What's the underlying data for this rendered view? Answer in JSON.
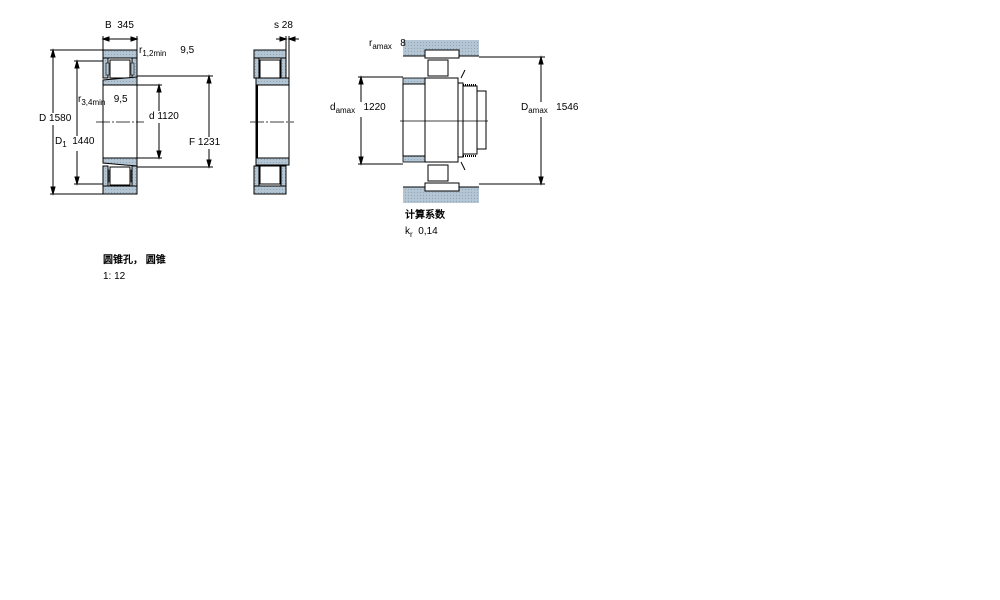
{
  "colors": {
    "section_fill": "#a8bccc",
    "line": "#000000",
    "background": "#ffffff"
  },
  "view1": {
    "B": {
      "symbol": "B",
      "value": "345"
    },
    "r12": {
      "symbol": "r",
      "sub": "1,2min",
      "value": "9,5"
    },
    "r34": {
      "symbol": "r",
      "sub": "3,4min",
      "value": "9,5"
    },
    "D": {
      "symbol": "D",
      "value": "1580"
    },
    "D1": {
      "symbol": "D",
      "sub": "1",
      "value": "1440"
    },
    "d": {
      "symbol": "d",
      "value": "1120"
    },
    "F": {
      "symbol": "F",
      "value": "1231"
    }
  },
  "view2": {
    "s": {
      "symbol": "s",
      "value": "28"
    }
  },
  "view3": {
    "ra": {
      "symbol": "r",
      "sub": "amax",
      "value": "8"
    },
    "da": {
      "symbol": "d",
      "sub": "amax",
      "value": "1220"
    },
    "Da": {
      "symbol": "D",
      "sub": "amax",
      "value": "1546"
    },
    "calc_heading": "计算系数",
    "kr": {
      "symbol": "k",
      "sub": "r",
      "value": "0,14"
    }
  },
  "notes": {
    "bore_type": "圆锥孔， 圆锥",
    "taper": "1: 12"
  }
}
